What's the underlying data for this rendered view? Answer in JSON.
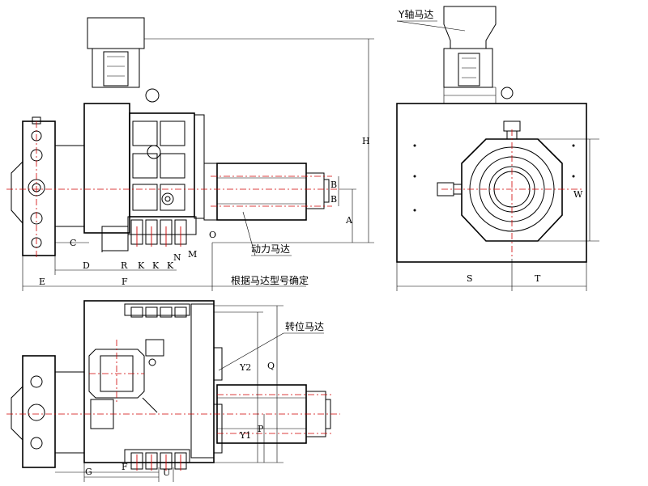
{
  "labels": {
    "y_motor": "Y轴马达",
    "power_motor": "动力马达",
    "indexing_motor": "转位马达",
    "by_motor_model": "根据马达型号确定"
  },
  "dims": {
    "H": "H",
    "A": "A",
    "B1": "B",
    "B2": "B",
    "W": "W",
    "S": "S",
    "T": "T",
    "C": "C",
    "D": "D",
    "R": "R",
    "K1": "K",
    "K2": "K",
    "K3": "K",
    "N": "N",
    "M": "M",
    "O": "O",
    "E": "E",
    "F1": "F",
    "F2": "F",
    "G": "G",
    "U": "U",
    "Q": "Q",
    "P": "P",
    "Y1": "Y1",
    "Y2": "Y2"
  },
  "colors": {
    "line": "#000000",
    "centerline": "#d00000"
  }
}
